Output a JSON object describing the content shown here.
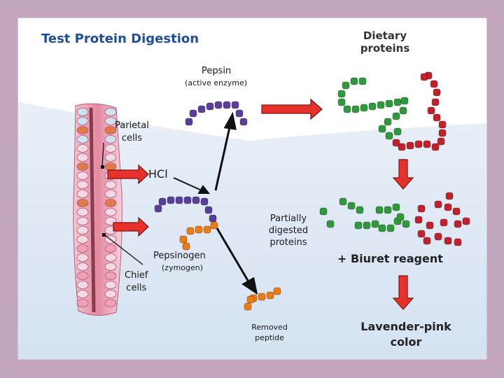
{
  "title": "Test Protein Digestion",
  "labels": {
    "dietary_line1": "Dietary",
    "dietary_line2": "proteins",
    "pepsin": "Pepsin",
    "pepsin_sub": "(active enzyme)",
    "parietal_line1": "Parietal",
    "parietal_line2": "cells",
    "hcl": "HCl",
    "partial_line1": "Partially",
    "partial_line2": "digested",
    "partial_line3": "proteins",
    "pepsinogen": "Pepsinogen",
    "pepsinogen_sub": "(zymogen)",
    "chief_line1": "Chief",
    "chief_line2": "cells",
    "biuret": "+ Biuret reagent",
    "removed_line1": "Removed",
    "removed_line2": "peptide",
    "result_line1": "Lavender-pink",
    "result_line2": "color"
  },
  "colors": {
    "title": "#1f4e9c",
    "arrow_red": "#e8312a",
    "enzyme_purple": "#5a3f9a",
    "peptide_orange": "#f07a12",
    "protein_green": "#2f9a3a",
    "protein_red": "#c4202c",
    "background_blue": "#dde8f4",
    "frame": "#c3a5bd"
  }
}
